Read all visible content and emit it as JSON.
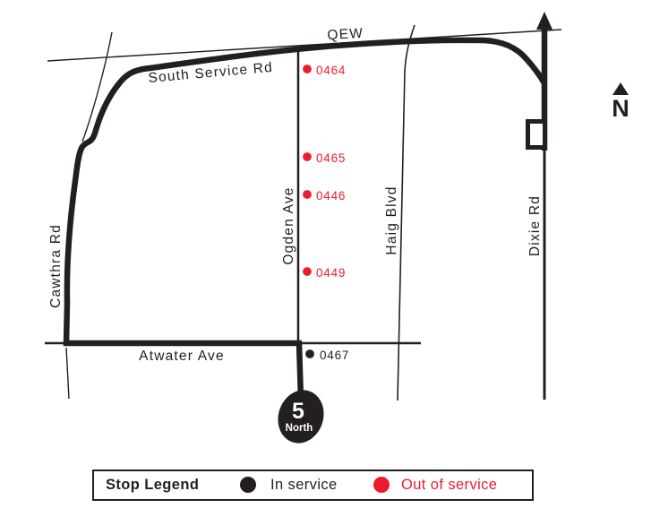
{
  "map": {
    "road_labels": {
      "qew": "QEW",
      "south_service_rd": "South Service Rd",
      "cawthra_rd": "Cawthra Rd",
      "ogden_ave": "Ogden Ave",
      "haig_blvd": "Haig Blvd",
      "dixie_rd": "Dixie Rd",
      "atwater_ave": "Atwater Ave"
    },
    "route_badge": {
      "number": "5",
      "direction": "North"
    },
    "compass": {
      "label": "N"
    },
    "stops": [
      {
        "id": "0464",
        "status": "out-of-service"
      },
      {
        "id": "0465",
        "status": "out-of-service"
      },
      {
        "id": "0446",
        "status": "out-of-service"
      },
      {
        "id": "0449",
        "status": "out-of-service"
      },
      {
        "id": "0467",
        "status": "in-service"
      }
    ]
  },
  "legend": {
    "title": "Stop Legend",
    "items": [
      {
        "label": "In service",
        "color": "#231F20"
      },
      {
        "label": "Out of service",
        "color": "#EC1C2D"
      }
    ]
  },
  "colors": {
    "map_black": "#231F20",
    "out_of_service_red": "#EC1C2D",
    "background": "#FFFFFF"
  }
}
